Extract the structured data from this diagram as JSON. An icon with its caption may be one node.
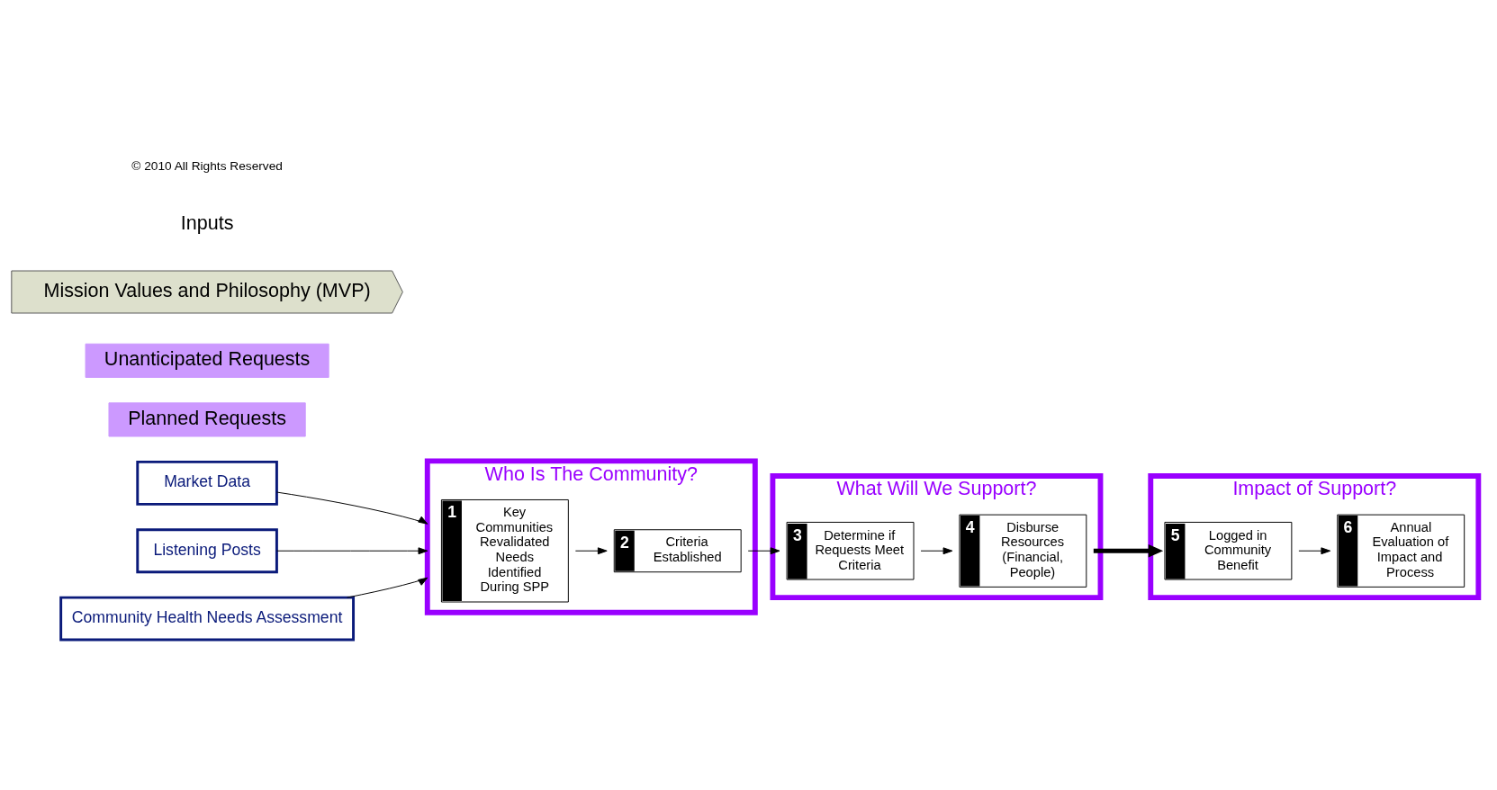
{
  "diagram": {
    "nodes": [
      {
        "text": [
          "Market Data"
        ]
      },
      {
        "text": [
          "Listening Posts"
        ]
      },
      {
        "text": [
          "Community Health Needs Assessment"
        ]
      },
      {
        "text": [
          "Planned Requests"
        ]
      },
      {
        "text": [
          "Who Is The Community?"
        ]
      },
      {
        "text": [
          "1",
          "Key Communities Revalidated Needs Identified During SPP"
        ],
        "in": 4
      },
      {
        "text": [
          "2",
          "Criteria Established"
        ],
        "in": 4
      },
      {
        "text": [
          "What Will We Support?"
        ]
      },
      {
        "text": [
          "3",
          "Determine if Requests Meet Criteria"
        ],
        "in": 7
      },
      {
        "text": [
          "4",
          "Disburse Resources (Financial, People)"
        ],
        "in": 7
      },
      {
        "text": [
          "Impact of Support?"
        ]
      },
      {
        "text": [
          "5",
          "Logged in Community Benefit"
        ],
        "in": 10
      },
      {
        "text": [
          "6",
          "Annual Evaluation of Impact and Process"
        ],
        "in": 10
      },
      {
        "text": [
          "Unanticipated Requests"
        ]
      },
      {
        "text": [
          "Mission Values and Philosophy (MVP)"
        ]
      }
    ],
    "edges": [
      {
        "from": 0,
        "to": 4,
        "arrow": "to"
      },
      {
        "from": 1,
        "to": 4,
        "arrow": "to"
      },
      {
        "from": 2,
        "to": 4,
        "arrow": "to"
      },
      {
        "from": 5,
        "to": 6,
        "arrow": "to"
      },
      {
        "from": 6,
        "to": 8,
        "arrow": "to"
      },
      {
        "from": 8,
        "to": 9,
        "arrow": "to"
      },
      {
        "from": 9,
        "to": 11,
        "arrow": "to",
        "style": "thick"
      },
      {
        "from": 11,
        "to": 12,
        "arrow": "to"
      }
    ],
    "labels": [
      "Inputs",
      "© 2010 All Rights Reserved"
    ]
  }
}
